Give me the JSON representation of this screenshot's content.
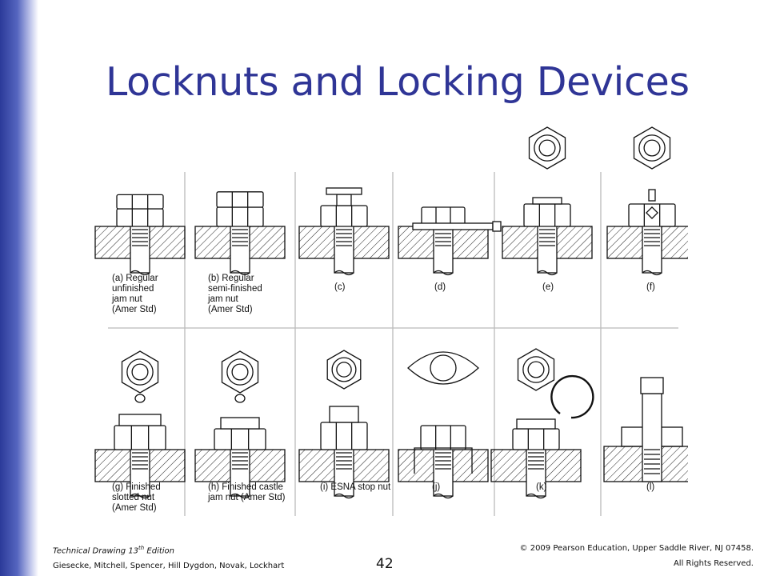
{
  "slide": {
    "title": "Locknuts and Locking Devices",
    "page_number": "42"
  },
  "figure": {
    "captions": [
      [
        "(a) Regular",
        "unfinished",
        "jam nut",
        "(Amer Std)"
      ],
      [
        "(b) Regular",
        "semi-finished",
        "jam nut",
        "(Amer Std)"
      ],
      [
        "(c)"
      ],
      [
        "(d)"
      ],
      [
        "(e)"
      ],
      [
        "(f)"
      ],
      [
        "(g) Finished",
        "slotted nut",
        "(Amer Std)"
      ],
      [
        "(h) Finished castle",
        "jam nut (Amer Std)"
      ],
      [
        "(i) ESNA stop nut"
      ],
      [
        "(j)"
      ],
      [
        "(k)"
      ],
      [
        "(l)"
      ]
    ]
  },
  "footer": {
    "book_title": "Technical Drawing  13",
    "book_title_sup": "th",
    "book_title_edition": " Edition",
    "authors": "Giesecke, Mitchell, Spencer, Hill Dygdon, Novak, Lockhart",
    "copyright": "© 2009 Pearson Education, Upper Saddle River, NJ 07458.",
    "rights": "All Rights Reserved."
  }
}
